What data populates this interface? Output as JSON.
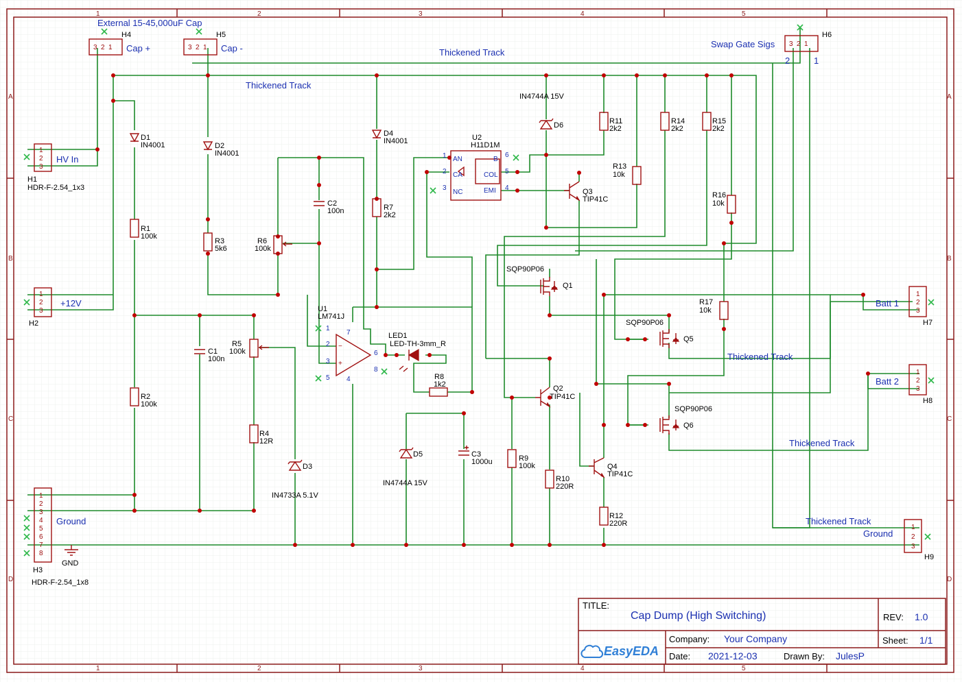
{
  "net_labels": {
    "ext_cap": "External 15-45,000uF Cap",
    "cap_plus": "Cap +",
    "cap_minus": "Cap -",
    "thick1": "Thickened Track",
    "thick2": "Thickened Track",
    "thick3": "Thickened Track",
    "thick4": "Thickened Track",
    "thick5": "Thickened Track",
    "swap_gate": "Swap Gate Sigs",
    "hv_in": "HV In",
    "plus12v": "+12V",
    "ground1": "Ground",
    "ground2": "Ground",
    "batt1": "Batt 1",
    "batt2": "Batt 2",
    "gnd": "GND"
  },
  "headers": {
    "H1": {
      "designator": "H1",
      "footprint": "HDR-F-2.54_1x3"
    },
    "H2": {
      "designator": "H2"
    },
    "H3": {
      "designator": "H3",
      "footprint": "HDR-F-2.54_1x8"
    },
    "H4": {
      "designator": "H4"
    },
    "H5": {
      "designator": "H5"
    },
    "H6": {
      "designator": "H6"
    },
    "H7": {
      "designator": "H7"
    },
    "H8": {
      "designator": "H8"
    },
    "H9": {
      "designator": "H9"
    }
  },
  "components": {
    "D1": {
      "ref": "D1",
      "value": "IN4001"
    },
    "D2": {
      "ref": "D2",
      "value": "IN4001"
    },
    "D3": {
      "ref": "D3",
      "value": "IN4733A 5.1V"
    },
    "D4": {
      "ref": "D4",
      "value": "IN4001"
    },
    "D5": {
      "ref": "D5",
      "value": "IN4744A 15V"
    },
    "D6": {
      "ref": "D6",
      "value": "IN4744A 15V"
    },
    "R1": {
      "ref": "R1",
      "value": "100k"
    },
    "R2": {
      "ref": "R2",
      "value": "100k"
    },
    "R3": {
      "ref": "R3",
      "value": "5k6"
    },
    "R4": {
      "ref": "R4",
      "value": "12R"
    },
    "R5": {
      "ref": "R5",
      "value": "100k"
    },
    "R6": {
      "ref": "R6",
      "value": "100k"
    },
    "R7": {
      "ref": "R7",
      "value": "2k2"
    },
    "R8": {
      "ref": "R8",
      "value": "1k2"
    },
    "R9": {
      "ref": "R9",
      "value": "100k"
    },
    "R10": {
      "ref": "R10",
      "value": "220R"
    },
    "R11": {
      "ref": "R11",
      "value": "2k2"
    },
    "R12": {
      "ref": "R12",
      "value": "220R"
    },
    "R13": {
      "ref": "R13",
      "value": "10k"
    },
    "R14": {
      "ref": "R14",
      "value": "2k2"
    },
    "R15": {
      "ref": "R15",
      "value": "2k2"
    },
    "R16": {
      "ref": "R16",
      "value": "10k"
    },
    "R17": {
      "ref": "R17",
      "value": "10k"
    },
    "C1": {
      "ref": "C1",
      "value": "100n"
    },
    "C2": {
      "ref": "C2",
      "value": "100n"
    },
    "C3": {
      "ref": "C3",
      "value": "1000u"
    },
    "U1": {
      "ref": "U1",
      "value": "LM741J"
    },
    "U2": {
      "ref": "U2",
      "value": "H11D1M"
    },
    "LED1": {
      "ref": "LED1",
      "value": "LED-TH-3mm_R"
    },
    "Q1": {
      "ref": "Q1",
      "value": "SQP90P06"
    },
    "Q2": {
      "ref": "Q2",
      "value": "TIP41C"
    },
    "Q3": {
      "ref": "Q3",
      "value": "TIP41C"
    },
    "Q4": {
      "ref": "Q4",
      "value": "TIP41C"
    },
    "Q5": {
      "ref": "Q5",
      "value": "SQP90P06"
    },
    "Q6": {
      "ref": "Q6",
      "value": "SQP90P06"
    }
  },
  "u2_pins": {
    "an": "AN",
    "ca": "CA",
    "nc": "NC",
    "b": "B",
    "col": "COL",
    "emi": "EMI"
  },
  "border": {
    "cols": [
      "1",
      "2",
      "3",
      "4",
      "5"
    ],
    "rows": [
      "A",
      "B",
      "C",
      "D"
    ]
  },
  "title_block": {
    "title_label": "TITLE:",
    "title": "Cap Dump (High Switching)",
    "rev_label": "REV:",
    "rev": "1.0",
    "company_label": "Company:",
    "company": "Your Company",
    "sheet_label": "Sheet:",
    "sheet": "1/1",
    "date_label": "Date:",
    "date": "2021-12-03",
    "drawn_label": "Drawn By:",
    "drawn_by": "JulesP",
    "logo_text": "EasyEDA"
  },
  "colors": {
    "wire": "#1d8a2a",
    "component": "#a01010",
    "net_label": "#1a2fb0",
    "frame": "#8b1a1a"
  }
}
